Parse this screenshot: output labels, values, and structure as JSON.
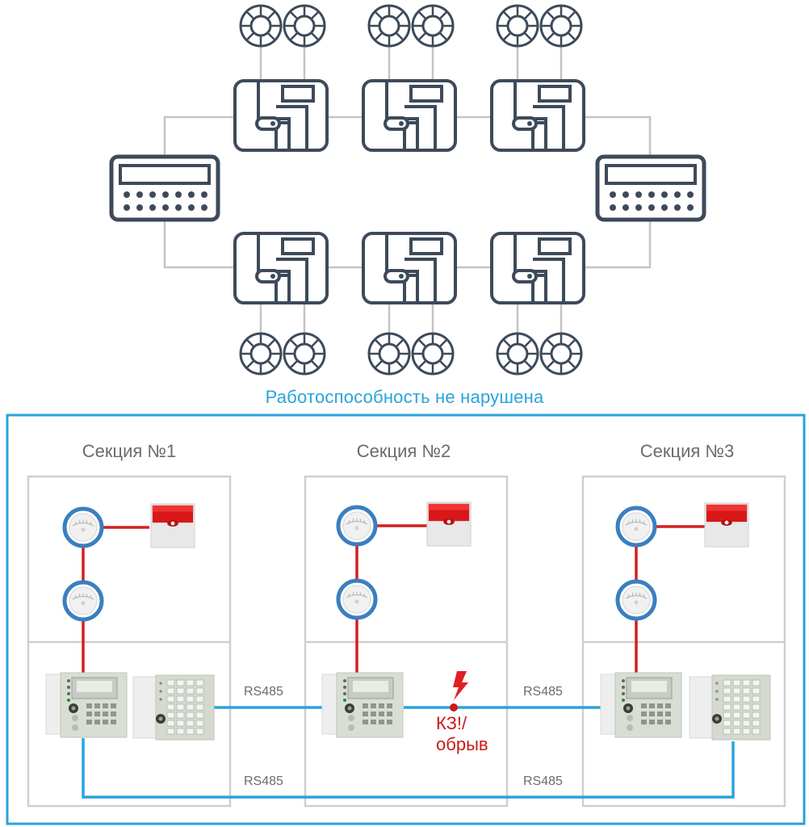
{
  "status_title": "Работоспособность не нарушена",
  "sections": [
    {
      "title": "Секция №1"
    },
    {
      "title": "Секция №2"
    },
    {
      "title": "Секция №3"
    }
  ],
  "bus_labels": {
    "upper_left": "RS485",
    "upper_right": "RS485",
    "lower_left": "RS485",
    "lower_right": "RS485"
  },
  "fault": {
    "line1": "КЗ!/",
    "line2": "обрыв"
  },
  "colors": {
    "frame_blue": "#2aa3dc",
    "loop_red": "#d42020",
    "device_outline": "#3d4a5a",
    "wire_grey": "#c4c4c4",
    "section_border": "#cfcfcf"
  },
  "icons": {
    "top_diagram": [
      "smoke-detector-icon",
      "control-panel-icon",
      "keypad-display-icon"
    ],
    "bottom_diagram": [
      "smoke-detector-icon",
      "siren-icon",
      "fire-panel-icon",
      "keypad-module-icon",
      "lightning-icon"
    ]
  }
}
